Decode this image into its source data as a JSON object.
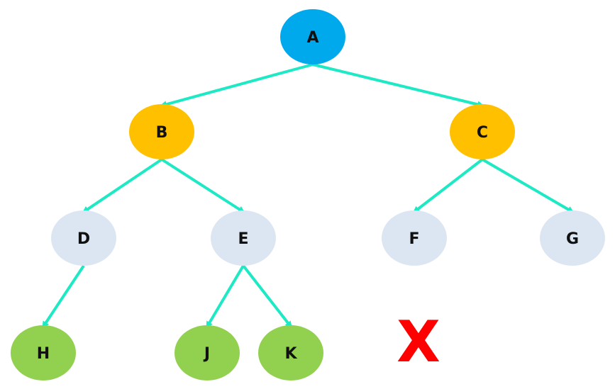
{
  "nodes": [
    {
      "id": "A",
      "label": "A",
      "color": "#00a8ec"
    },
    {
      "id": "B",
      "label": "B",
      "color": "#ffc000"
    },
    {
      "id": "C",
      "label": "C",
      "color": "#ffc000"
    },
    {
      "id": "D",
      "label": "D",
      "color": "#dce6f2"
    },
    {
      "id": "E",
      "label": "E",
      "color": "#dce6f2"
    },
    {
      "id": "F",
      "label": "F",
      "color": "#dce6f2"
    },
    {
      "id": "G",
      "label": "G",
      "color": "#dce6f2"
    },
    {
      "id": "H",
      "label": "H",
      "color": "#92d050"
    },
    {
      "id": "J",
      "label": "J",
      "color": "#92d050"
    },
    {
      "id": "K",
      "label": "K",
      "color": "#92d050"
    }
  ],
  "edges": [
    {
      "from": "A",
      "to": "B"
    },
    {
      "from": "A",
      "to": "C"
    },
    {
      "from": "B",
      "to": "D"
    },
    {
      "from": "B",
      "to": "E"
    },
    {
      "from": "C",
      "to": "F"
    },
    {
      "from": "C",
      "to": "G"
    },
    {
      "from": "D",
      "to": "H"
    },
    {
      "from": "E",
      "to": "J"
    },
    {
      "from": "E",
      "to": "K"
    }
  ],
  "edge_color": "#1de9c4",
  "missing_marker": {
    "label": "X",
    "color": "#ff0000"
  }
}
